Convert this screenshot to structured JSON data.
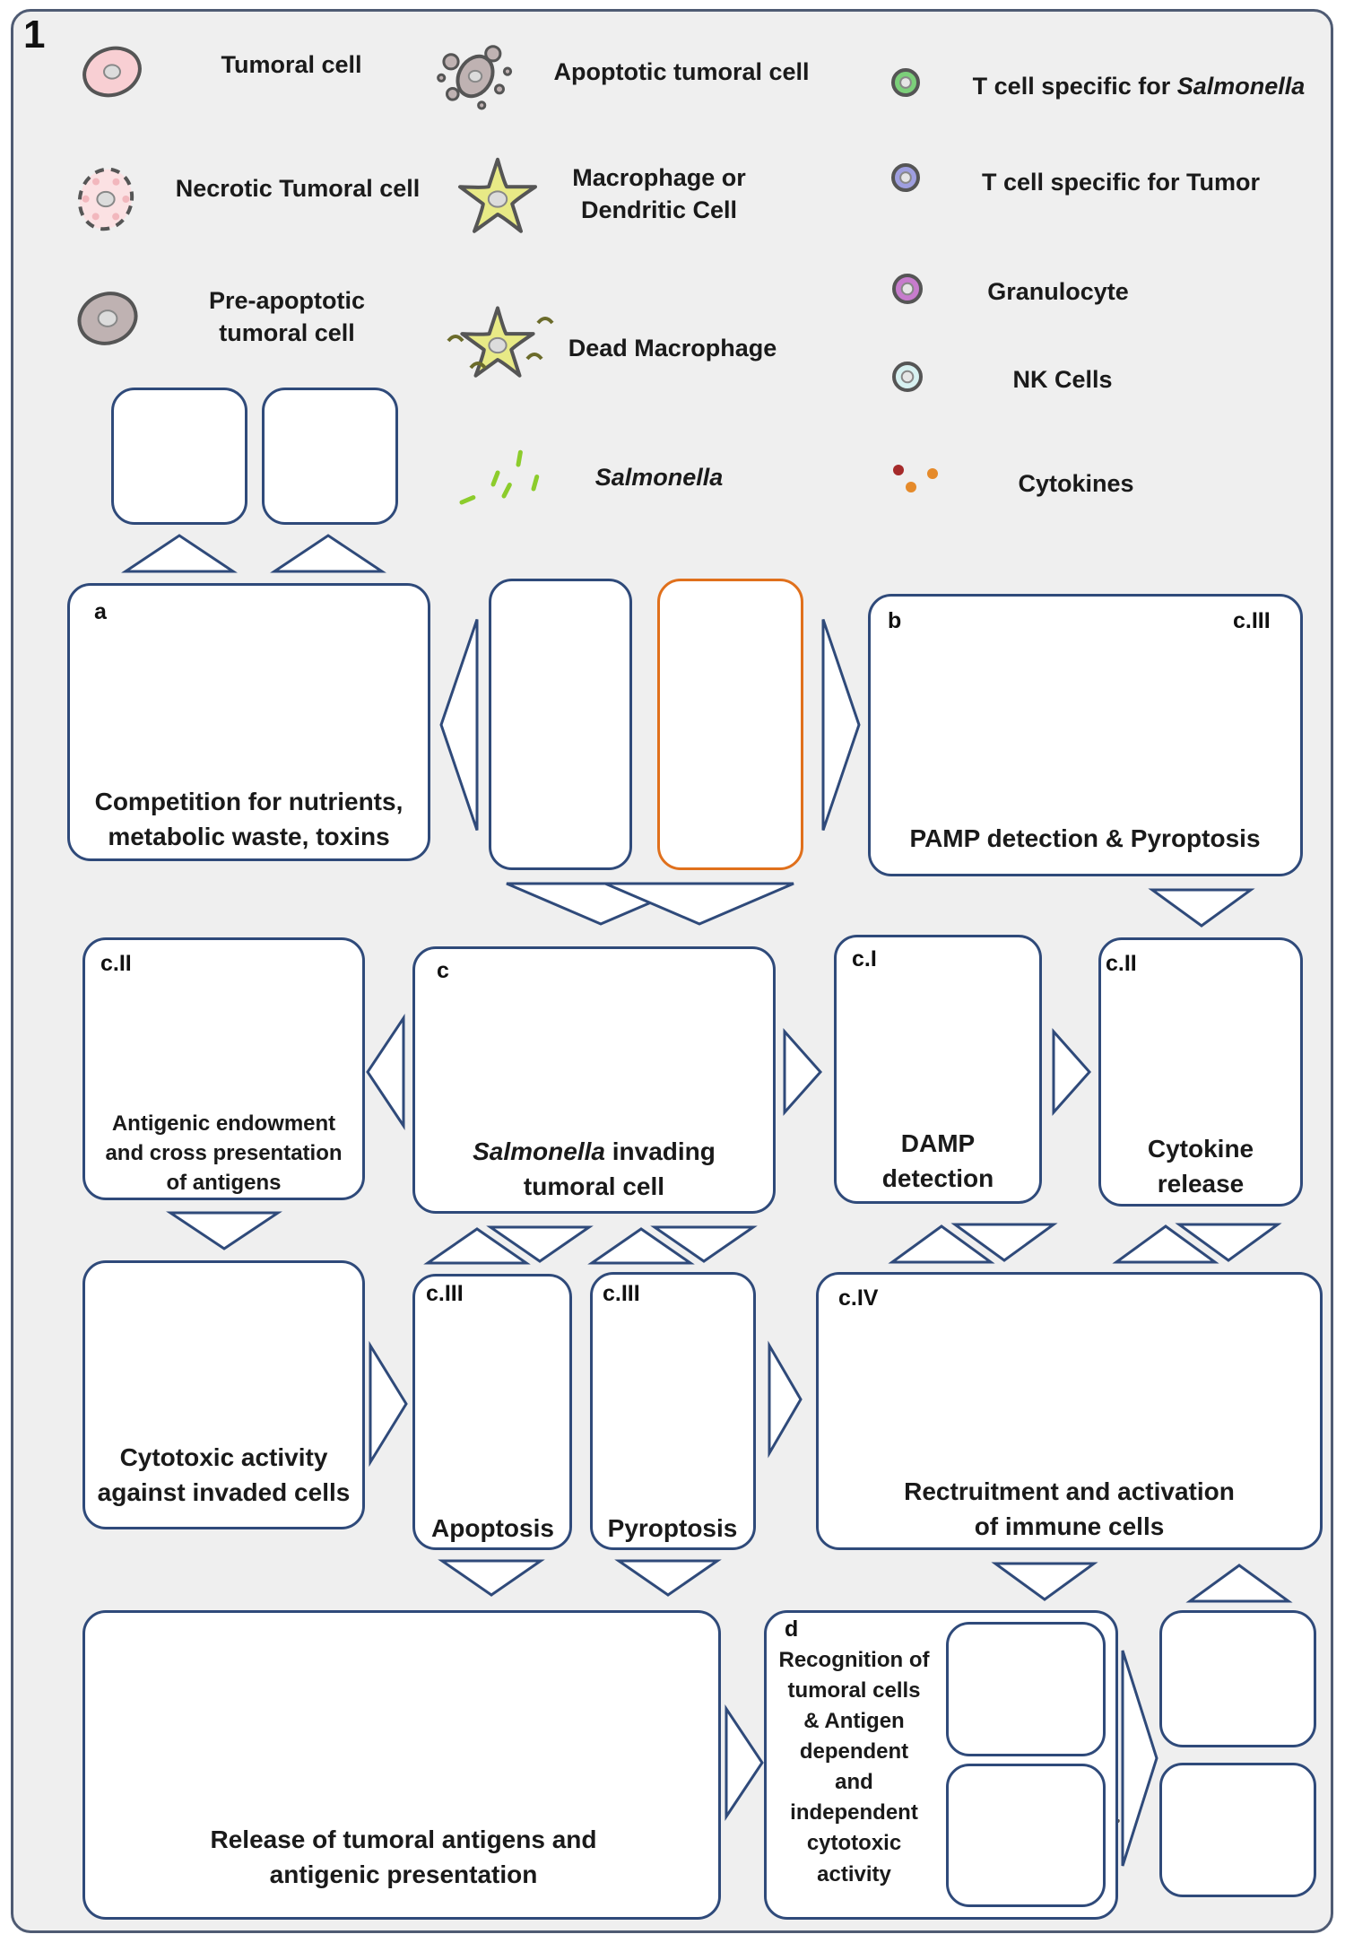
{
  "figure_label": "1",
  "legend": {
    "tumoral_cell": "Tumoral cell",
    "necrotic_tumoral_cell": "Necrotic Tumoral cell",
    "pre_apoptotic_line1": "Pre-apoptotic",
    "pre_apoptotic_line2": "tumoral cell",
    "apoptotic_tumoral_cell": "Apoptotic tumoral cell",
    "macrophage_line1": "Macrophage or",
    "macrophage_line2": "Dendritic Cell",
    "dead_macrophage": "Dead Macrophage",
    "salmonella": "Salmonella",
    "t_cell_salmonella_prefix": "T cell specific for",
    "t_cell_salmonella_italic": "Salmonella",
    "t_cell_tumor": "T cell specific for Tumor",
    "granulocyte": "Granulocyte",
    "nk_cells": "NK Cells",
    "cytokines": "Cytokines"
  },
  "panels": {
    "a": {
      "tag": "a",
      "line1": "Competition for nutrients,",
      "line2": "metabolic waste, toxins"
    },
    "b": {
      "tag": "b",
      "subtag": "c.III",
      "text": "PAMP detection & Pyroptosis"
    },
    "c": {
      "tag": "c",
      "italic": "Salmonella",
      "line1_rest": " invading",
      "line2": "tumoral cell"
    },
    "cII_left": {
      "tag": "c.II",
      "line1": "Antigenic endowment",
      "line2": "and cross presentation",
      "line3": "of antigens"
    },
    "cI": {
      "tag": "c.I",
      "line1": "DAMP",
      "line2": "detection"
    },
    "cII_right": {
      "tag": "c.II",
      "line1": "Cytokine",
      "line2": "release"
    },
    "cytotoxic": {
      "line1": "Cytotoxic activity",
      "line2": "against invaded cells"
    },
    "apoptosis": {
      "tag": "c.III",
      "text": "Apoptosis"
    },
    "pyroptosis": {
      "tag": "c.III",
      "text": "Pyroptosis"
    },
    "cIV": {
      "tag": "c.IV",
      "line1": "Rectruitment and activation",
      "line2": "of immune cells"
    },
    "release": {
      "line1": "Release of tumoral antigens and",
      "line2": "antigenic presentation"
    },
    "d": {
      "tag": "d",
      "lines": [
        "Recognition of",
        "tumoral cells",
        "& Antigen",
        "dependent",
        "and",
        "independent",
        "cytotoxic",
        "activity"
      ]
    }
  },
  "colors": {
    "panel_border": "#2f4a7a",
    "salmonella_panel_border": "#e0701c",
    "background": "#efefef",
    "tumoral_cell_fill": "#f8cfd3",
    "pre_apoptotic_fill": "#bfb2b2",
    "macrophage_fill": "#e8ea86",
    "salmonella": "#8ccc2c",
    "t_cell_salmonella": "#7ccf7a",
    "t_cell_tumor": "#9f9fe0",
    "granulocyte": "#c77ccd",
    "nk_cell": "#d7f1f1",
    "cytokine_red": "#a52a2a",
    "cytokine_orange": "#e58a2a"
  }
}
